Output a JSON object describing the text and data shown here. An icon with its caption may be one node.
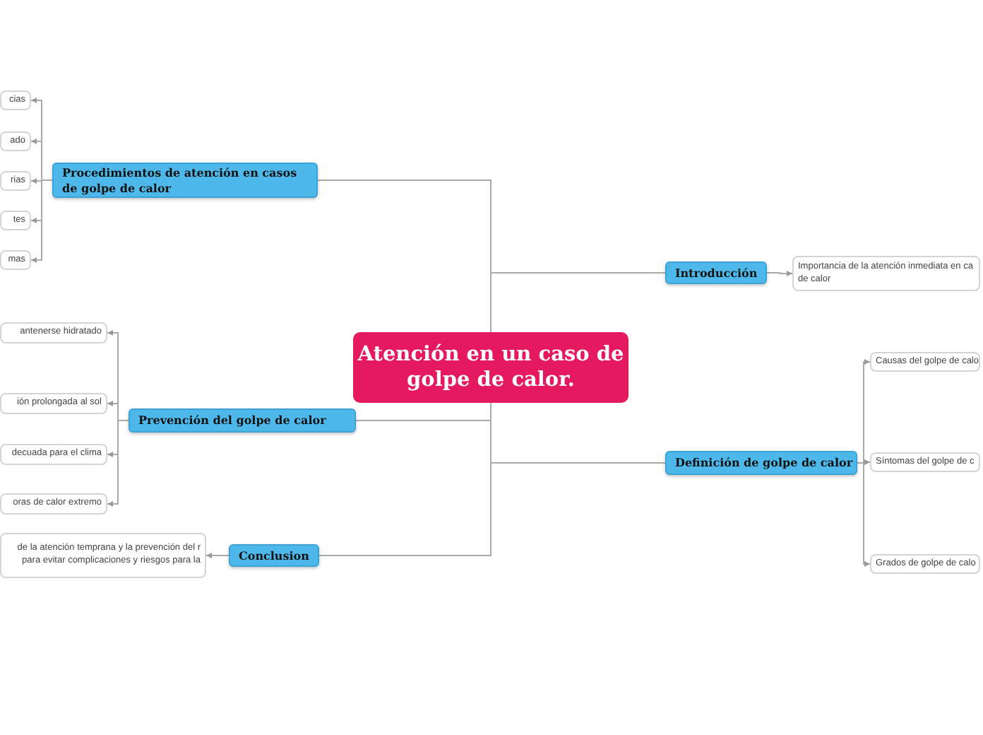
{
  "diagram": {
    "nodes": [
      {
        "text": [
          "Atención en un caso de golpe de calor."
        ]
      },
      {
        "text": [
          "Procedimientos de atención en casos de golpe de calor"
        ]
      },
      {
        "text": [
          "cias"
        ]
      },
      {
        "text": [
          "ado"
        ]
      },
      {
        "text": [
          "rias"
        ]
      },
      {
        "text": [
          "tes"
        ]
      },
      {
        "text": [
          "mas"
        ]
      },
      {
        "text": [
          "Prevención del golpe de calor"
        ]
      },
      {
        "text": [
          "antenerse hidratado"
        ]
      },
      {
        "text": [
          "ión prolongada al sol"
        ]
      },
      {
        "text": [
          "decuada para el clima"
        ]
      },
      {
        "text": [
          "oras de calor extremo"
        ]
      },
      {
        "text": [
          "Conclusion"
        ]
      },
      {
        "text": [
          "de la atención temprana y la prevención del r para evitar complicaciones y riesgos para la"
        ]
      },
      {
        "text": [
          "Introducción"
        ]
      },
      {
        "text": [
          "Importancia de la atención inmediata en ca de calor"
        ]
      },
      {
        "text": [
          "Definición de golpe de calor"
        ]
      },
      {
        "text": [
          "Causas del golpe de calo"
        ]
      },
      {
        "text": [
          "Síntomas del golpe de c"
        ]
      },
      {
        "text": [
          "Grados de golpe de calo"
        ]
      }
    ],
    "edges": [
      {
        "from": 0,
        "to": 1,
        "arrow": "none"
      },
      {
        "from": 1,
        "to": 2,
        "arrow": "to"
      },
      {
        "from": 1,
        "to": 3,
        "arrow": "to"
      },
      {
        "from": 1,
        "to": 4,
        "arrow": "to"
      },
      {
        "from": 1,
        "to": 5,
        "arrow": "to"
      },
      {
        "from": 1,
        "to": 6,
        "arrow": "to"
      },
      {
        "from": 0,
        "to": 7,
        "arrow": "none"
      },
      {
        "from": 7,
        "to": 8,
        "arrow": "to"
      },
      {
        "from": 7,
        "to": 9,
        "arrow": "to"
      },
      {
        "from": 7,
        "to": 10,
        "arrow": "to"
      },
      {
        "from": 7,
        "to": 11,
        "arrow": "to"
      },
      {
        "from": 0,
        "to": 12,
        "arrow": "none"
      },
      {
        "from": 12,
        "to": 13,
        "arrow": "to"
      },
      {
        "from": 0,
        "to": 14,
        "arrow": "none"
      },
      {
        "from": 14,
        "to": 15,
        "arrow": "to"
      },
      {
        "from": 0,
        "to": 16,
        "arrow": "none"
      },
      {
        "from": 16,
        "to": 17,
        "arrow": "to"
      },
      {
        "from": 16,
        "to": 18,
        "arrow": "to"
      },
      {
        "from": 16,
        "to": 19,
        "arrow": "to"
      }
    ]
  }
}
